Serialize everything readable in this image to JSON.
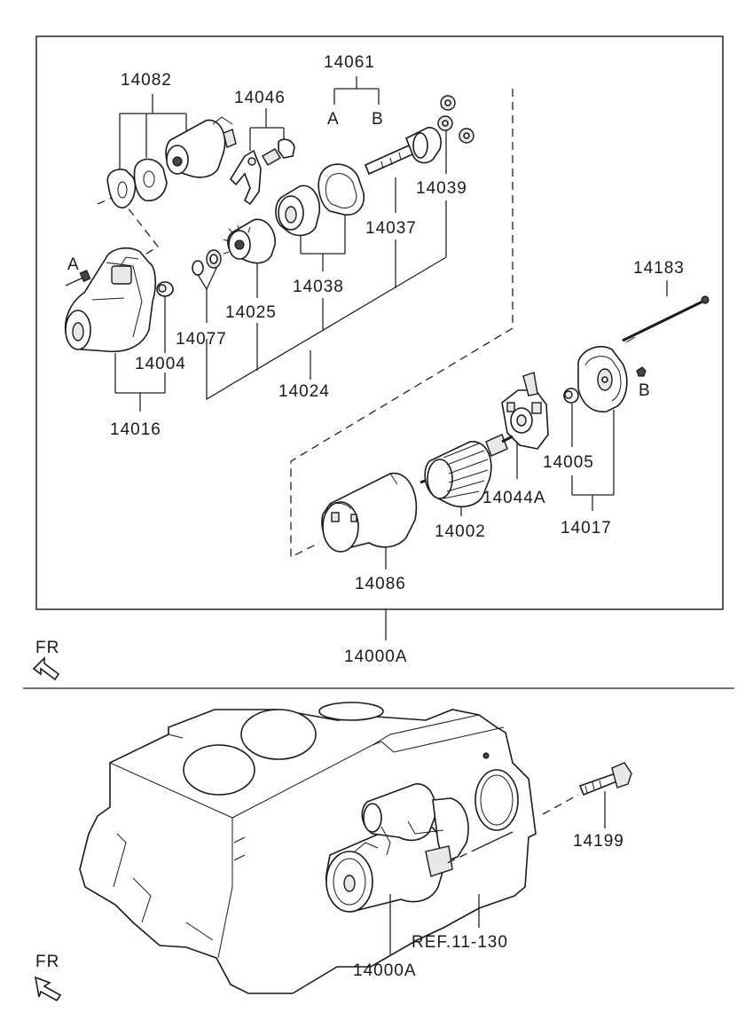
{
  "labels": {
    "p14061": "14061",
    "p14082": "14082",
    "p14046": "14046",
    "sub_a": "A",
    "sub_b": "B",
    "p14039": "14039",
    "p14037": "14037",
    "p14038": "14038",
    "p14025": "14025",
    "p14077": "14077",
    "p14004": "14004",
    "p14024": "14024",
    "p14016": "14016",
    "p14183": "14183",
    "p14005": "14005",
    "p14044a": "14044A",
    "p14002": "14002",
    "p14017": "14017",
    "p14086": "14086",
    "p14000a_top": "14000A",
    "fr_top": "FR",
    "bolt_a": "A",
    "bolt_b": "B",
    "p14199": "14199",
    "ref": "REF.11-130",
    "p14000a_bottom": "14000A",
    "fr_bottom": "FR"
  }
}
